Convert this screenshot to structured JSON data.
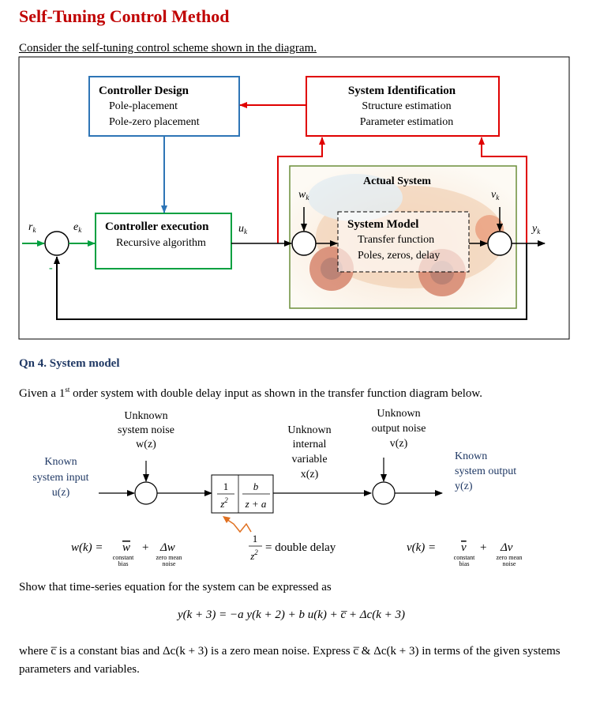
{
  "title": "Self-Tuning Control Method",
  "intro": "Consider the self-tuning control scheme shown in the diagram.",
  "fig1": {
    "controller_design": {
      "title": "Controller Design",
      "line1": "Pole-placement",
      "line2": "Pole-zero placement"
    },
    "system_identification": {
      "title": "System Identification",
      "line1": "Structure estimation",
      "line2": "Parameter estimation"
    },
    "controller_execution": {
      "title": "Controller execution",
      "line1": "Recursive algorithm"
    },
    "actual_system": "Actual System",
    "system_model": {
      "title": "System Model",
      "line1": "Transfer function",
      "line2": "Poles, zeros, delay"
    },
    "labels": {
      "r": "r",
      "e": "e",
      "u": "u",
      "w": "w",
      "v": "v",
      "y": "y",
      "sub": "k",
      "minus": "-"
    }
  },
  "qn": "Qn 4.   System model",
  "given": {
    "pre": "Given a 1",
    "sup": "st",
    "post": " order system with double delay input as shown in the transfer function diagram below."
  },
  "fig2": {
    "noise_w": [
      "Unknown",
      "system noise",
      "w(z)"
    ],
    "internal": [
      "Unknown",
      "internal",
      "variable",
      "x(z)"
    ],
    "noise_v": [
      "Unknown",
      "output noise",
      "v(z)"
    ],
    "input": [
      "Known",
      "system input",
      "u(z)"
    ],
    "output": [
      "Known",
      "system output",
      "y(z)"
    ],
    "tf": {
      "n1": "1",
      "d1": "z",
      "d1sup": "2",
      "n2": "b",
      "d2": "z + a"
    },
    "w_eq": {
      "lhs": "w(k) =",
      "bar": "w",
      "plus": "+",
      "delta": "Δw",
      "bias": "constant",
      "bias2": "bias",
      "noise": "zero mean",
      "noise2": "noise"
    },
    "v_eq": {
      "lhs": "v(k) =",
      "bar": "v",
      "plus": "+",
      "delta": "Δv",
      "bias": "constant",
      "bias2": "bias",
      "noise": "zero mean",
      "noise2": "noise"
    },
    "double_delay": {
      "num": "1",
      "den": "z",
      "densup": "2",
      "text": "= double delay"
    }
  },
  "showthat": "Show that time-series equation for the system can be expressed as",
  "equation": "y(k + 3) = −a y(k + 2) + b u(k) + c̅ + Δc(k + 3)",
  "where": "where  c̅  is a constant bias and  Δc(k + 3)  is a zero mean noise.  Express  c̅  &  Δc(k + 3)  in terms of the given systems parameters and variables.",
  "colors": {
    "title": "#c00000",
    "blue": "#2e75b6",
    "red": "#e00000",
    "green": "#00a040",
    "olive": "#6b8e3a",
    "heading": "#1f3864"
  }
}
